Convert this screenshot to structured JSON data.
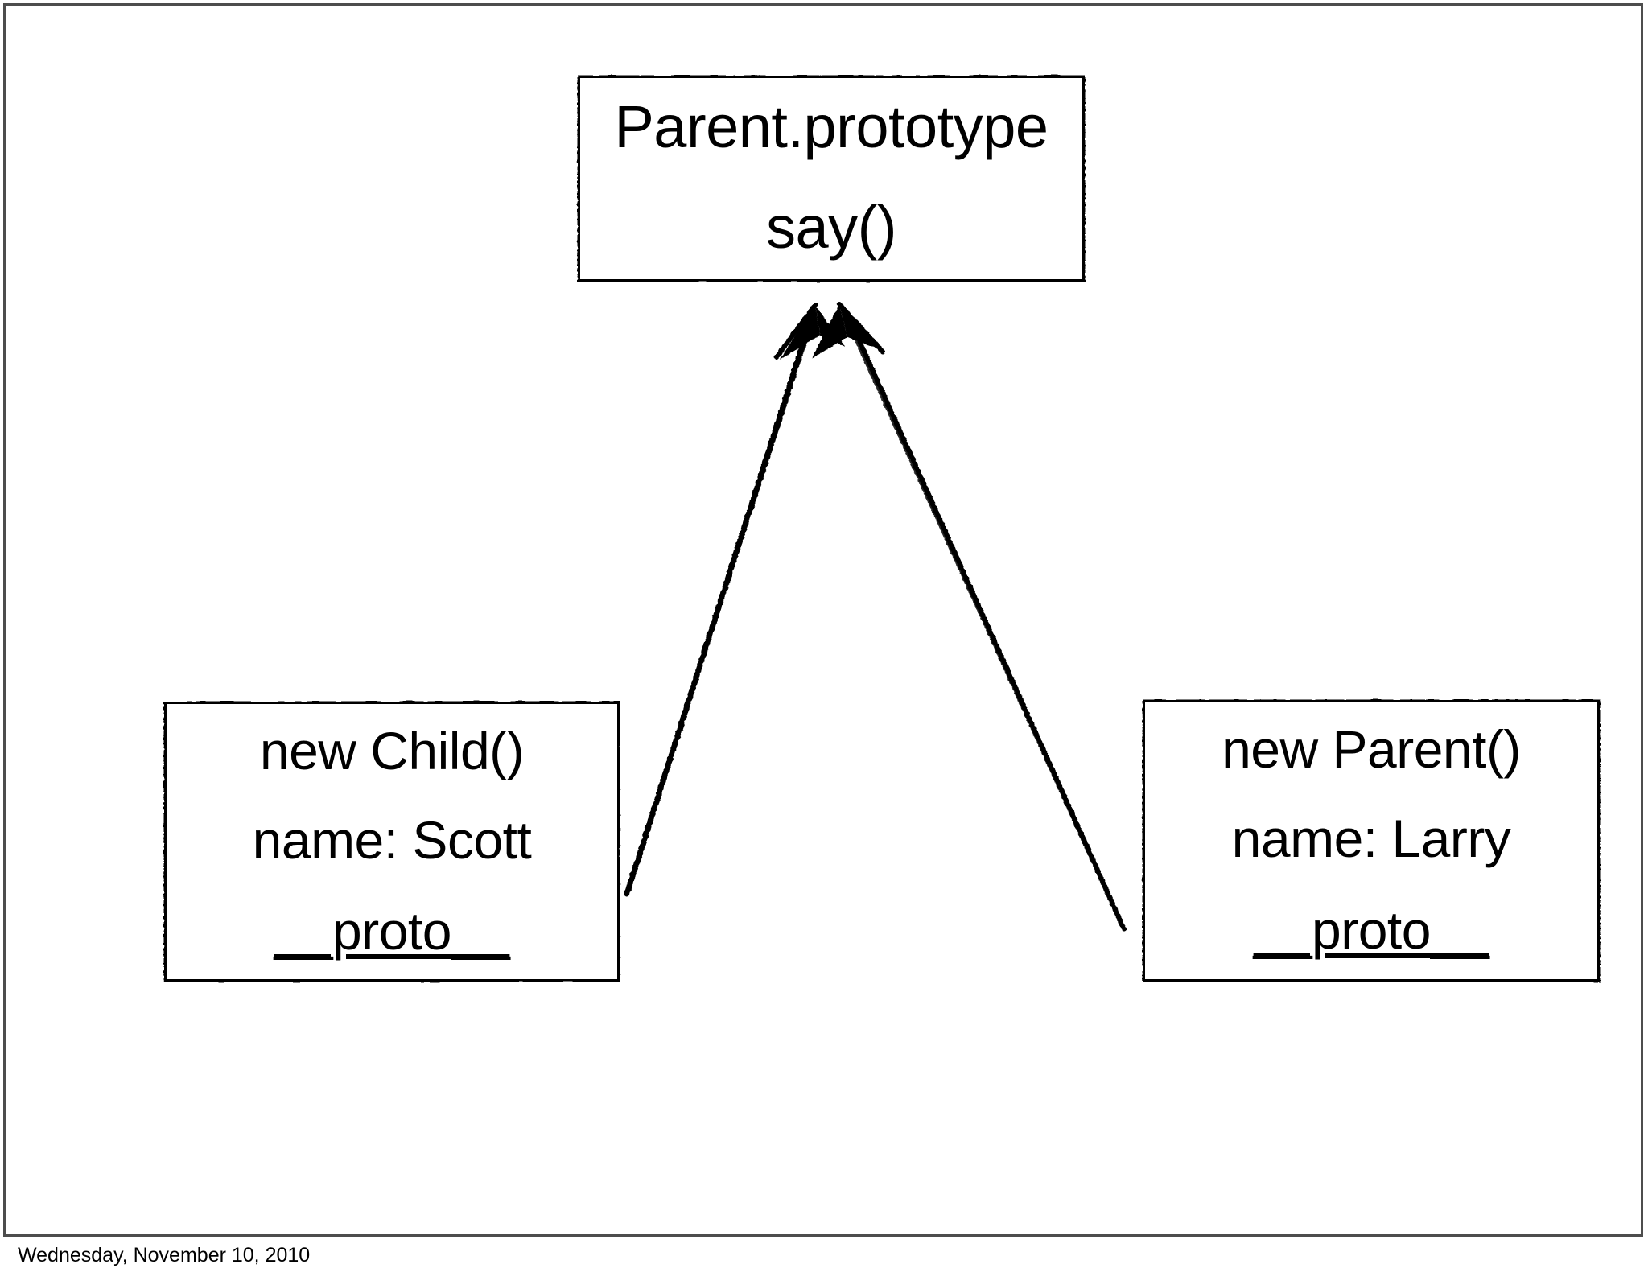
{
  "slide": {
    "background_color": "#ffffff",
    "border_color": "#4d4d4d",
    "ink_color": "#000000"
  },
  "diagram": {
    "type": "uml-object-diagram",
    "boxes": [
      {
        "id": "parent-prototype",
        "title": "Parent.prototype",
        "rows": [
          "say()"
        ]
      },
      {
        "id": "new-child",
        "title": "new Child()",
        "rows": [
          "name: Scott",
          "__proto__"
        ]
      },
      {
        "id": "new-parent",
        "title": "new Parent()",
        "rows": [
          "name: Larry",
          "__proto__"
        ]
      }
    ],
    "connectors": [
      {
        "id": "child-to-prototype",
        "from": "new-child",
        "to": "parent-prototype",
        "arrow": "open-arrowhead",
        "style": "hand-drawn-line"
      },
      {
        "id": "parent-to-prototype",
        "from": "new-parent",
        "to": "parent-prototype",
        "arrow": "open-arrowhead",
        "style": "hand-drawn-line"
      }
    ]
  },
  "footer": {
    "date": "Wednesday, November 10, 2010"
  }
}
